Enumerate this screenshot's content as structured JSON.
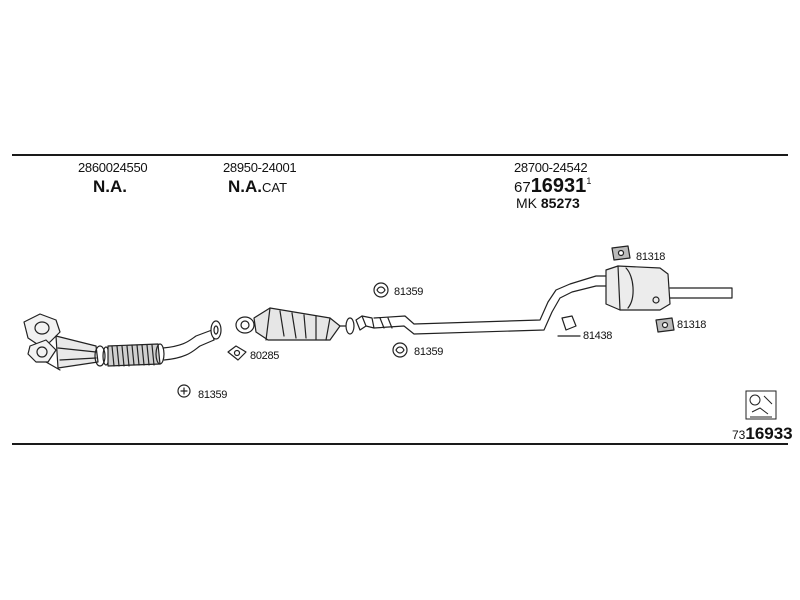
{
  "header": {
    "col1": {
      "part_no": "2860024550",
      "label": "N.A."
    },
    "col2": {
      "part_no": "28950-24001",
      "label": "N.A.",
      "label_suffix": "CAT"
    },
    "col3": {
      "part_no": "28700-24542",
      "prefix": "67",
      "number": "16931",
      "sup": "1",
      "mk_label": "MK",
      "mk_value": "85273"
    }
  },
  "callouts": {
    "c81359_a": "81359",
    "c80285": "80285",
    "c81359_b": "81359",
    "c81359_c": "81359",
    "c81438": "81438",
    "c81318_a": "81318",
    "c81318_b": "81318"
  },
  "footer": {
    "prefix": "73",
    "number": "16933"
  }
}
